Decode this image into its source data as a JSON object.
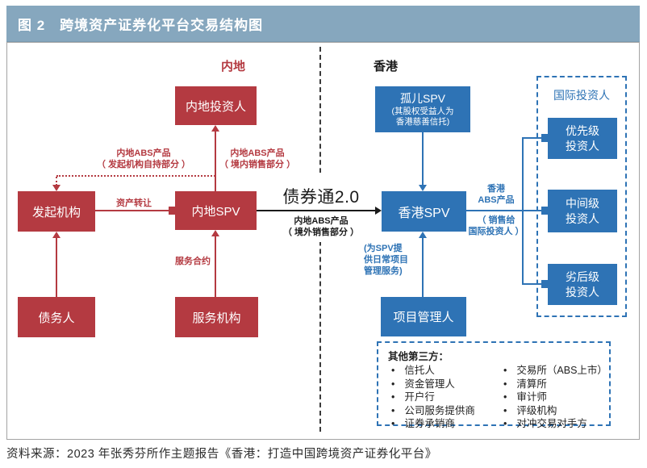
{
  "figure_title": "图 2　跨境资产证券化平台交易结构图",
  "source_line": "资料来源：2023 年张秀芬所作主题报告《香港：打造中国跨境资产证券化平台》",
  "regions": {
    "mainland": "内地",
    "hongkong": "香港"
  },
  "nodes": {
    "mainland_investor": "内地投资人",
    "originator": "发起机构",
    "mainland_spv": "内地SPV",
    "debtor": "债务人",
    "service_agency": "服务机构",
    "orphan_spv_title": "孤儿SPV",
    "orphan_spv_note": "(其股权受益人为\n香港慈善信托)",
    "hk_spv": "香港SPV",
    "project_manager": "项目管理人",
    "intl_group_label": "国际投资人",
    "senior_investor": "优先级\n投资人",
    "mezzanine_investor": "中间级\n投资人",
    "junior_investor": "劣后级\n投资人"
  },
  "edge_labels": {
    "self_held": "内地ABS产品\n（ 发起机构自持部分 ）",
    "domestic_sale": "内地ABS产品\n（ 境内销售部分 ）",
    "asset_transfer": "资产转让",
    "service_contract": "服务合约",
    "bond_connect": "债券通2.0",
    "offshore_sale": "内地ABS产品\n（ 境外销售部分 ）",
    "pm_service_note": "(为SPV提\n供日常项目\n管理服务)",
    "hk_abs_product_top": "香港\nABS产品",
    "hk_abs_product_bottom": "（ 销售给\n国际投资人 ）"
  },
  "third_parties": {
    "title": "其他第三方：",
    "left": [
      "信托人",
      "资金管理人",
      "开户行",
      "公司服务提供商",
      "证券承销商"
    ],
    "right": [
      "交易所（ABS上市）",
      "清算所",
      "审计师",
      "评级机构",
      "对冲交易对手方"
    ]
  },
  "colors": {
    "header_bg": "#86a7be",
    "red": "#b43a41",
    "blue": "#2e73b5",
    "black": "#1a1a1a"
  }
}
